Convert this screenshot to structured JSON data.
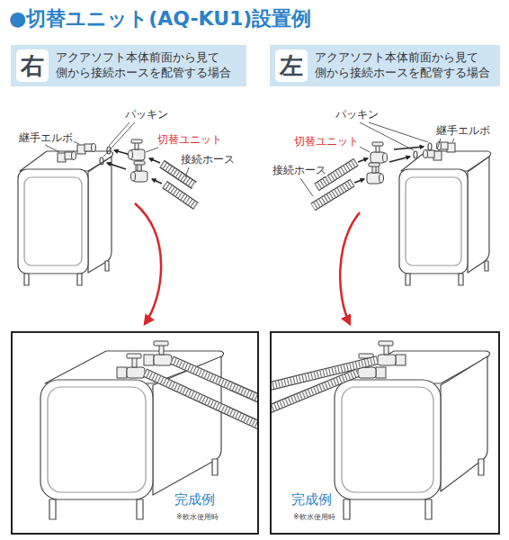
{
  "diagram": {
    "title": "●切替ユニット(AQ-KU1)設置例",
    "nodes": [
      {
        "text": [
          "右",
          "アクアソフト本体前面から見て 側から接続ホースを配管する場合"
        ]
      },
      {
        "text": [
          "完成例",
          "※軟水使用時"
        ]
      },
      {
        "text": [
          "左",
          "アクアソフト本体前面から見て 側から接続ホースを配管する場合"
        ]
      },
      {
        "text": [
          "完成例",
          "※軟水使用時"
        ]
      }
    ],
    "labels": [
      "パッキン",
      "継手エルボ",
      "切替ユニット",
      "接続ホース",
      "パッキン",
      "継手エルボ",
      "切替ユニット",
      "接続ホース"
    ]
  }
}
